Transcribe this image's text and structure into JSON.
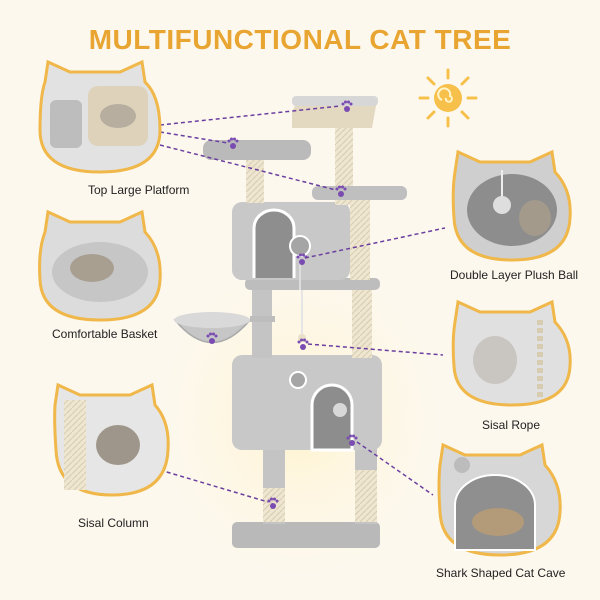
{
  "title": "MULTIFUNCTIONAL CAT TREE",
  "captions": {
    "top_platform": "Top Large Platform",
    "plush_ball": "Double Layer Plush Ball",
    "basket": "Comfortable Basket",
    "sisal_rope": "Sisal Rope",
    "sisal_column": "Sisal Column",
    "cat_cave": "Shark Shaped Cat Cave"
  },
  "colors": {
    "accent": "#e8a531",
    "frame_border": "#f0b84a",
    "callout_dashes": "#6b3fa0",
    "paw": "#7a4bb0",
    "plush_gray": "#bdbdbd",
    "sisal": "#efe6d2"
  }
}
